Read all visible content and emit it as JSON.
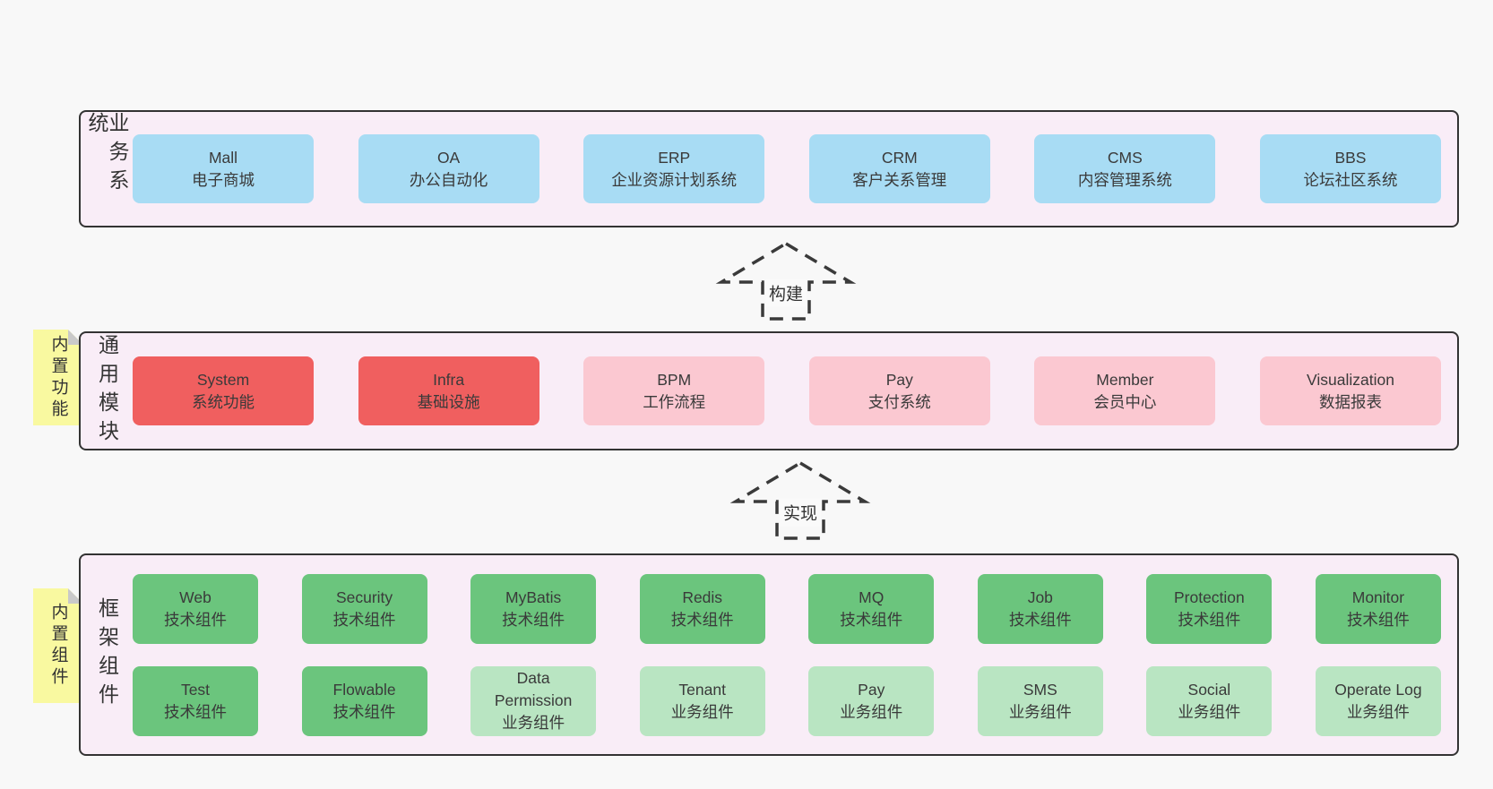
{
  "colors": {
    "page_bg": "#F8F8F8",
    "container_fill": "#F9EDF7",
    "container_border": "#333333",
    "blue": "#A8DCF4",
    "red": "#F05F5F",
    "pink": "#FBC8D1",
    "green": "#6BC57D",
    "lightgreen": "#B9E5C2",
    "note_yellow": "#F9F9A0",
    "note_fold": "#C9C9C9",
    "text": "#3A3A3A"
  },
  "arrows": [
    {
      "label": "构建"
    },
    {
      "label": "实现"
    }
  ],
  "layers": [
    {
      "title": "业务系统",
      "rows": [
        [
          {
            "name": "Mall",
            "desc": "电子商城",
            "color": "blue"
          },
          {
            "name": "OA",
            "desc": "办公自动化",
            "color": "blue"
          },
          {
            "name": "ERP",
            "desc": "企业资源计划系统",
            "color": "blue"
          },
          {
            "name": "CRM",
            "desc": "客户关系管理",
            "color": "blue"
          },
          {
            "name": "CMS",
            "desc": "内容管理系统",
            "color": "blue"
          },
          {
            "name": "BBS",
            "desc": "论坛社区系统",
            "color": "blue"
          }
        ]
      ]
    },
    {
      "title": "通用模块",
      "note": "内置功能",
      "rows": [
        [
          {
            "name": "System",
            "desc": "系统功能",
            "color": "red"
          },
          {
            "name": "Infra",
            "desc": "基础设施",
            "color": "red"
          },
          {
            "name": "BPM",
            "desc": "工作流程",
            "color": "pink"
          },
          {
            "name": "Pay",
            "desc": "支付系统",
            "color": "pink"
          },
          {
            "name": "Member",
            "desc": "会员中心",
            "color": "pink"
          },
          {
            "name": "Visualization",
            "desc": "数据报表",
            "color": "pink"
          }
        ]
      ]
    },
    {
      "title": "框架组件",
      "note": "内置组件",
      "rows": [
        [
          {
            "name": "Web",
            "desc": "技术组件",
            "color": "green"
          },
          {
            "name": "Security",
            "desc": "技术组件",
            "color": "green"
          },
          {
            "name": "MyBatis",
            "desc": "技术组件",
            "color": "green"
          },
          {
            "name": "Redis",
            "desc": "技术组件",
            "color": "green"
          },
          {
            "name": "MQ",
            "desc": "技术组件",
            "color": "green"
          },
          {
            "name": "Job",
            "desc": "技术组件",
            "color": "green"
          },
          {
            "name": "Protection",
            "desc": "技术组件",
            "color": "green"
          },
          {
            "name": "Monitor",
            "desc": "技术组件",
            "color": "green"
          }
        ],
        [
          {
            "name": "Test",
            "desc": "技术组件",
            "color": "green"
          },
          {
            "name": "Flowable",
            "desc": "技术组件",
            "color": "green"
          },
          {
            "name": "Data Permission",
            "desc": "业务组件",
            "color": "lightgreen"
          },
          {
            "name": "Tenant",
            "desc": "业务组件",
            "color": "lightgreen"
          },
          {
            "name": "Pay",
            "desc": "业务组件",
            "color": "lightgreen"
          },
          {
            "name": "SMS",
            "desc": "业务组件",
            "color": "lightgreen"
          },
          {
            "name": "Social",
            "desc": "业务组件",
            "color": "lightgreen"
          },
          {
            "name": "Operate Log",
            "desc": "业务组件",
            "color": "lightgreen"
          }
        ]
      ]
    }
  ]
}
